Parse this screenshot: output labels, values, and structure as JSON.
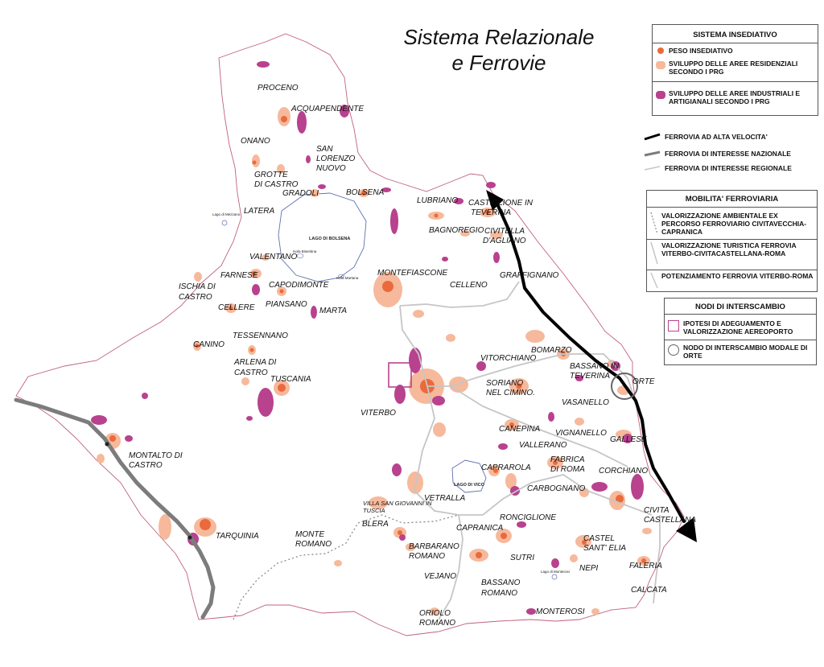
{
  "title": {
    "line1": "Sistema Relazionale",
    "line2": "e Ferrovie"
  },
  "colors": {
    "residential": "#f6b99c",
    "industrial": "#b8428e",
    "settlement_dot": "#ea6a3c",
    "high_speed_rail": "#000000",
    "national_rail": "#7c7c7c",
    "regional_rail": "#c6c6c6",
    "boundary": "#c06080",
    "lake_outline": "#6070b0"
  },
  "legend": {
    "settlement": {
      "header": "SISTEMA INSEDIATIVO",
      "peso": "PESO INSEDIATIVO",
      "residential": "SVILUPPO DELLE AREE RESIDENZIALI SECONDO I PRG",
      "industrial": "SVILUPPO DELLE AREE INDUSTRIALI E ARTIGIANALI SECONDO I PRG"
    },
    "railways": {
      "high_speed": "FERROVIA AD ALTA VELOCITA'",
      "national": "FERROVIA DI INTERESSE NAZIONALE",
      "regional": "FERROVIA DI INTERESSE REGIONALE"
    },
    "mobility": {
      "header": "MOBILITA' FERROVIARIA",
      "item1": "VALORIZZAZIONE AMBIENTALE EX PERCORSO FERROVIARIO CIVITAVECCHIA-CAPRANICA",
      "item2": "VALORIZZAZIONE TURISTICA FERROVIA VITERBO-CIVITACASTELLANA-ROMA",
      "item3": "POTENZIAMENTO FERROVIA VITERBO-ROMA"
    },
    "nodes": {
      "header": "NODI DI INTERSCAMBIO",
      "airport": "IPOTESI DI ADEGUAMENTO E VALORIZZAZIONE AEREOPORTO",
      "orte": "NODO DI INTERSCAMBIO MODALE DI ORTE"
    }
  },
  "towns": {
    "proceno": "PROCENO",
    "acquapendente": "ACQUAPENDENTE",
    "onano": "ONANO",
    "san_lorenzo_1": "SAN",
    "san_lorenzo_2": "LORENZO",
    "san_lorenzo_3": "NUOVO",
    "grotte_1": "GROTTE",
    "grotte_2": "DI CASTRO",
    "gradoli": "GRADOLI",
    "bolsena": "BOLSENA",
    "latera": "LATERA",
    "lubriano": "LUBRIANO",
    "castiglione_1": "CASTIGLIONE IN",
    "castiglione_2": "TEVERINA",
    "bagnoregio": "BAGNOREGIO",
    "civitella_1": "CIVITELLA",
    "civitella_2": "D'AGLIANO",
    "valentano": "VALENTANO",
    "farnese": "FARNESE",
    "ischia_1": "ISCHIA DI",
    "ischia_2": "CASTRO",
    "capodimonte": "CAPODIMONTE",
    "montefiascone": "MONTEFIASCONE",
    "celleno": "CELLENO",
    "graffignano": "GRAFFIGNANO",
    "cellere": "CELLERE",
    "piansano": "PIANSANO",
    "marta": "MARTA",
    "tessennano": "TESSENNANO",
    "canino": "CANINO",
    "arlena_1": "ARLENA DI",
    "arlena_2": "CASTRO",
    "tuscania": "TUSCANIA",
    "vitorchiano": "VITORCHIANO",
    "bomarzo": "BOMARZO",
    "bassano_t_1": "BASSANO IN",
    "bassano_t_2": "TEVERINA",
    "orte": "ORTE",
    "soriano_1": "SORIANO",
    "soriano_2": "NEL CIMINO.",
    "vasanello": "VASANELLO",
    "viterbo": "VITERBO",
    "canepina": "CANEPINA",
    "vignanello": "VIGNANELLO",
    "gallese": "GALLESE",
    "vallerano": "VALLERANO",
    "montalto_1": "MONTALTO DI",
    "montalto_2": "CASTRO",
    "caprarola": "CAPRAROLA",
    "fabrica_1": "FABRICA",
    "fabrica_2": "DI ROMA",
    "corchiano": "CORCHIANO",
    "vetralla": "VETRALLA",
    "carbognano": "CARBOGNANO",
    "villa_sg_1": "VILLA SAN GIOVANNI IN",
    "villa_sg_2": "TUSCIA",
    "blera": "BLERA",
    "ronciglione": "RONCIGLIONE",
    "civita_1": "CIVITA",
    "civita_2": "CASTELLANA",
    "tarquinia": "TARQUINIA",
    "monte_romano_1": "MONTE",
    "monte_romano_2": "ROMANO",
    "capranica": "CAPRANICA",
    "castel_se_1": "CASTEL",
    "castel_se_2": "SANT' ELIA",
    "barbarano_1": "BARBARANO",
    "barbarano_2": "ROMANO",
    "sutri": "SUTRI",
    "faleria": "FALERIA",
    "vejano": "VEJANO",
    "nepi": "NEPI",
    "bassano_r_1": "BASSANO",
    "bassano_r_2": "ROMANO",
    "calcata": "CALCATA",
    "oriolo_1": "ORIOLO",
    "oriolo_2": "ROMANO",
    "monterosi": "MONTEROSI"
  },
  "lakes": {
    "bolsena": "LAGO DI BOLSENA",
    "vico": "LAGO DI VICO",
    "mezzano": "Lago di Mezzano",
    "monterosi": "Lago di Monterosi",
    "isola_bisentina": "Isola Bisentina",
    "isola_martana": "Isola Martana"
  }
}
